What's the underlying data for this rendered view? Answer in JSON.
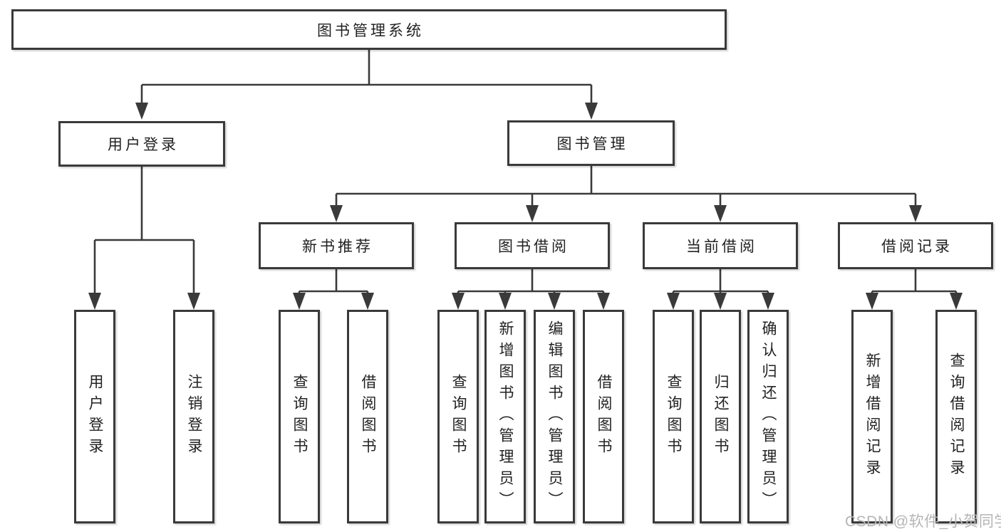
{
  "diagram": {
    "type": "tree",
    "title": "图书管理系统",
    "colors": {
      "line": "#3a3a3a",
      "box_border": "#3a3a3a",
      "box_fill": "#ffffff",
      "text": "#222222",
      "watermark": "#b5b5b5"
    },
    "tree": {
      "root": {
        "label": "图书管理系统"
      },
      "branches": [
        {
          "label": "用户登录",
          "children": [
            {
              "label": "用户登录"
            },
            {
              "label": "注销登录"
            }
          ]
        },
        {
          "label": "图书管理",
          "children": [
            {
              "label": "新书推荐",
              "children": [
                {
                  "label": "查询图书"
                },
                {
                  "label": "借阅图书"
                }
              ]
            },
            {
              "label": "图书借阅",
              "children": [
                {
                  "label": "查询图书"
                },
                {
                  "label": "新增图书（管理员）"
                },
                {
                  "label": "编辑图书（管理员）"
                },
                {
                  "label": "借阅图书"
                }
              ]
            },
            {
              "label": "当前借阅",
              "children": [
                {
                  "label": "查询图书"
                },
                {
                  "label": "归还图书"
                },
                {
                  "label": "确认归还（管理员）"
                }
              ]
            },
            {
              "label": "借阅记录",
              "children": [
                {
                  "label": "新增借阅记录"
                },
                {
                  "label": "查询借阅记录"
                }
              ]
            }
          ]
        }
      ]
    },
    "watermark": {
      "text": "CSDN @软件_小贺同学"
    }
  }
}
